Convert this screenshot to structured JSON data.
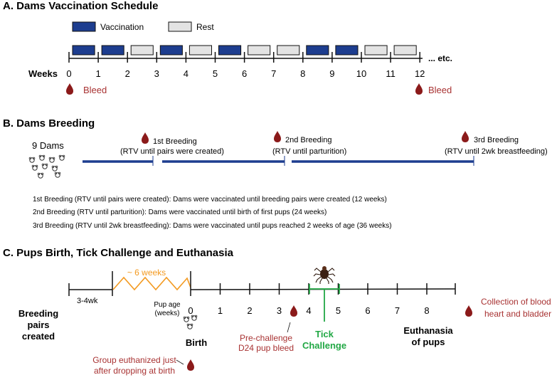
{
  "colors": {
    "vaccination": "#1d3d8f",
    "rest": "#e3e3e3",
    "blood": "#8b1a1a",
    "red_text": "#a83232",
    "tick_green": "#22a845",
    "zigzag_orange": "#f39a21"
  },
  "panel_a": {
    "title": "A. Dams Vaccination Schedule",
    "legend_vaccination": "Vaccination",
    "legend_rest": "Rest",
    "weeks_label": "Weeks",
    "week_ticks": [
      "0",
      "1",
      "2",
      "3",
      "4",
      "5",
      "6",
      "7",
      "8",
      "9",
      "10",
      "11",
      "12"
    ],
    "blocks": [
      "vaccination",
      "vaccination",
      "rest",
      "vaccination",
      "rest",
      "vaccination",
      "rest",
      "rest",
      "vaccination",
      "vaccination",
      "rest",
      "rest"
    ],
    "etc": "... etc.",
    "bleed_left": "Bleed",
    "bleed_right": "Bleed"
  },
  "panel_b": {
    "title": "B. Dams Breeding",
    "dams_label": "9 Dams",
    "b1_title": "1st Breeding",
    "b1_sub": "(RTV until pairs were created)",
    "b2_title": "2nd Breeding",
    "b2_sub": "(RTV until parturition)",
    "b3_title": "3rd Breeding",
    "b3_sub": "(RTV until 2wk breastfeeding)",
    "note1": "1st Breeding (RTV until pairs were created): Dams were vaccinated until breeding pairs were created (12 weeks)",
    "note2": "2nd Breeding (RTV until parturition): Dams were vaccinated until birth of first pups (24 weeks)",
    "note3": "3rd Breeding (RTV until 2wk breastfeeding): Dams were vaccinated until pups reached 2 weeks of age (36 weeks)"
  },
  "panel_c": {
    "title": "C. Pups Birth, Tick Challenge and Euthanasia",
    "pre_label": "3-4wk",
    "six_weeks": "~ 6 weeks",
    "pup_age_1": "Pup age",
    "pup_age_2": "(weeks)",
    "age_ticks": [
      "0",
      "1",
      "2",
      "3",
      "4",
      "5",
      "6",
      "7",
      "8"
    ],
    "breeding_1": "Breeding",
    "breeding_2": "pairs",
    "breeding_3": "created",
    "birth": "Birth",
    "prechallenge_1": "Pre-challenge",
    "prechallenge_2": "D24 pup bleed",
    "tick_1": "Tick",
    "tick_2": "Challenge",
    "euth_1": "Euthanasia",
    "euth_2": "of pups",
    "collection_1": "Collection of blood,",
    "collection_2": "heart and bladder",
    "group_1": "Group euthanized just",
    "group_2": "after dropping at birth"
  }
}
